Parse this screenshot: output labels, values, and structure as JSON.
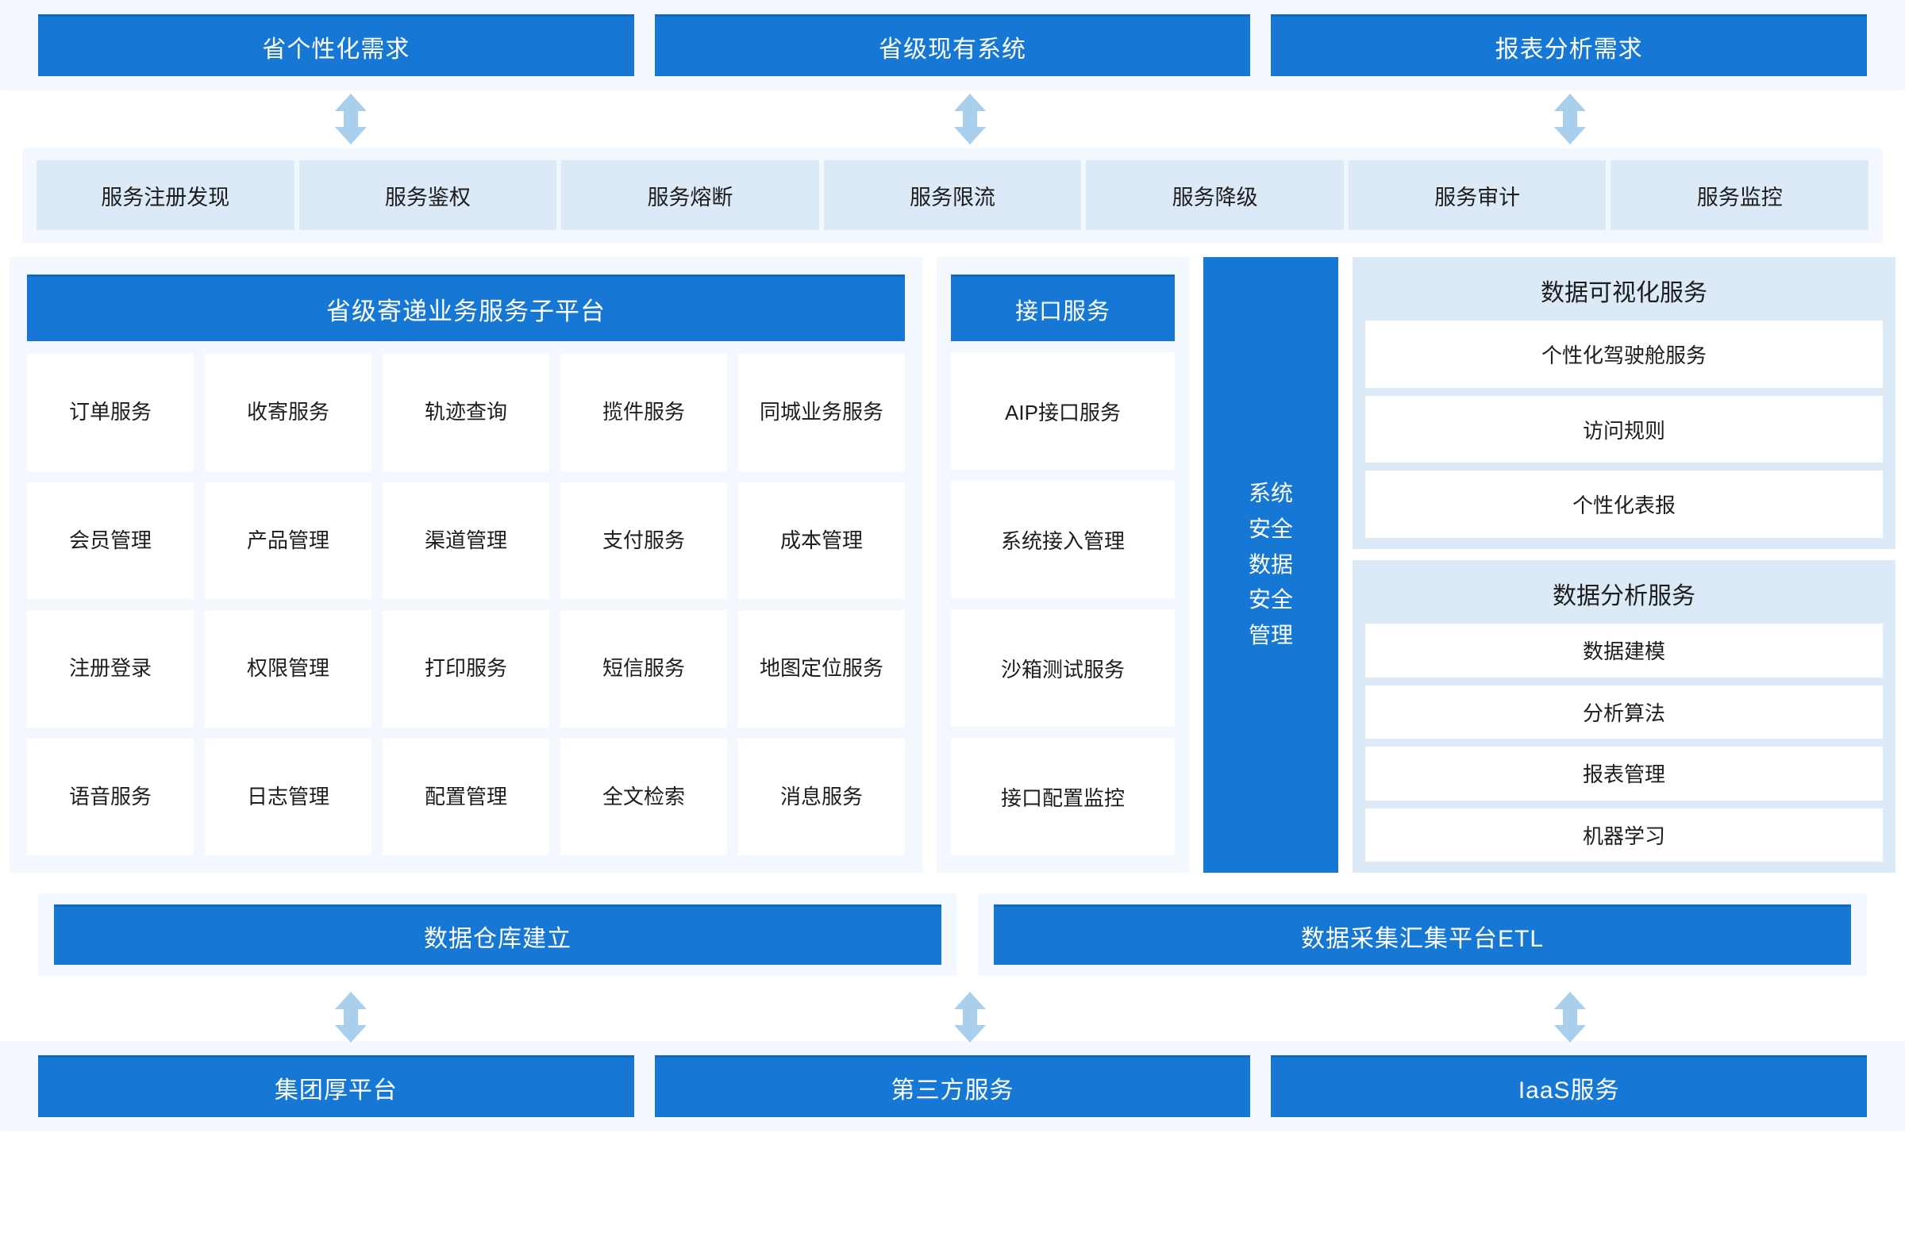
{
  "colors": {
    "primary_blue": "#1678d4",
    "primary_blue_dark": "#1069bd",
    "band_bg": "#f2f8fd",
    "cell_light_blue": "#dceaf8",
    "cell_white": "#ffffff",
    "arrow_blue": "#a8cfec",
    "text_dark": "#1d1d1d"
  },
  "top_row": {
    "items": [
      {
        "label": "省个性化需求"
      },
      {
        "label": "省级现有系统"
      },
      {
        "label": "报表分析需求"
      }
    ]
  },
  "arrows_top": {
    "icon": "double-arrow-vertical-icon",
    "count": 3
  },
  "service_bar": {
    "items": [
      {
        "label": "服务注册发现"
      },
      {
        "label": "服务鉴权"
      },
      {
        "label": "服务熔断"
      },
      {
        "label": "服务限流"
      },
      {
        "label": "服务降级"
      },
      {
        "label": "服务审计"
      },
      {
        "label": "服务监控"
      }
    ]
  },
  "platform": {
    "title": "省级寄递业务服务子平台",
    "cells": [
      "订单服务",
      "收寄服务",
      "轨迹查询",
      "揽件服务",
      "同城业务服务",
      "会员管理",
      "产品管理",
      "渠道管理",
      "支付服务",
      "成本管理",
      "注册登录",
      "权限管理",
      "打印服务",
      "短信服务",
      "地图定位服务",
      "语音服务",
      "日志管理",
      "配置管理",
      "全文检索",
      "消息服务"
    ]
  },
  "interface_services": {
    "title": "接口服务",
    "items": [
      "AIP接口服务",
      "系统接入管理",
      "沙箱测试服务",
      "接口配置监控"
    ]
  },
  "security_bar": {
    "label": "系统安全数据安全管理",
    "chars": [
      "系",
      "统",
      "安",
      "全",
      "数",
      "据",
      "安",
      "全",
      "管",
      "理"
    ],
    "lines": [
      "系统",
      "安全",
      "数据",
      "安全",
      "管理"
    ]
  },
  "data_visualization": {
    "title": "数据可视化服务",
    "items": [
      "个性化驾驶舱服务",
      "访问规则",
      "个性化表报"
    ]
  },
  "data_analysis": {
    "title": "数据分析服务",
    "items": [
      "数据建模",
      "分析算法",
      "报表管理",
      "机器学习"
    ]
  },
  "data_platform_row": {
    "items": [
      {
        "label": "数据仓库建立"
      },
      {
        "label": "数据采集汇集平台ETL"
      }
    ]
  },
  "arrows_bottom": {
    "icon": "double-arrow-vertical-icon",
    "count": 3
  },
  "bottom_row": {
    "items": [
      {
        "label": "集团厚平台"
      },
      {
        "label": "第三方服务"
      },
      {
        "label": "IaaS服务"
      }
    ]
  }
}
